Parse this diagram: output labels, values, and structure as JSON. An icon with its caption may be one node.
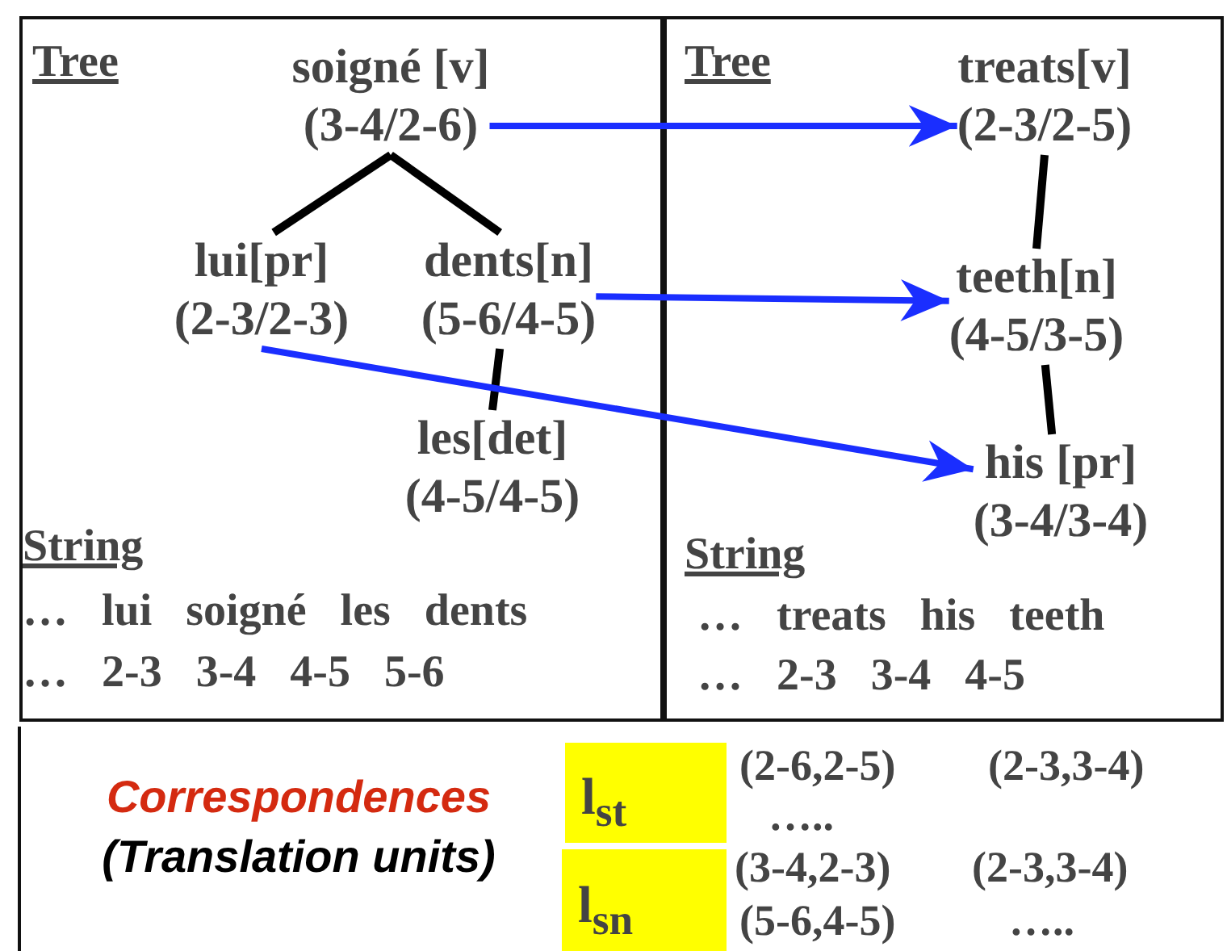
{
  "diagram": {
    "nodes": [
      {
        "text": [
          "Tree",
          "String",
          "… lui soigné les dents",
          "… 2-3 3-4 4-5 5-6"
        ]
      },
      {
        "text": [
          "soigné [v]",
          "(3-4/2-6)"
        ],
        "in": 0
      },
      {
        "text": [
          "lui[pr]",
          "(2-3/2-3)"
        ],
        "in": 0
      },
      {
        "text": [
          "dents[n]",
          "(5-6/4-5)"
        ],
        "in": 0
      },
      {
        "text": [
          "les[det]",
          "(4-5/4-5)"
        ],
        "in": 0
      },
      {
        "text": [
          "Tree",
          "String",
          "… treats his teeth",
          "… 2-3 3-4 4-5"
        ]
      },
      {
        "text": [
          "treats[v]",
          "(2-3/2-5)"
        ],
        "in": 5
      },
      {
        "text": [
          "teeth[n]",
          "(4-5/3-5)"
        ],
        "in": 5
      },
      {
        "text": [
          "his [pr]",
          "(3-4/3-4)"
        ],
        "in": 5
      },
      {
        "text": [
          "l$_{st}$"
        ],
        "beside": [
          "(2-6,2-5)",
          "(2-3,3-4)",
          "….."
        ]
      },
      {
        "text": [
          "l$_{sn}$"
        ],
        "beside": [
          "(3-4,2-3)",
          "(2-3,3-4)",
          "(5-6,4-5)",
          "….."
        ]
      }
    ],
    "edges": [
      {
        "from": 1,
        "to": 2,
        "arrow": "none"
      },
      {
        "from": 1,
        "to": 3,
        "arrow": "none"
      },
      {
        "from": 3,
        "to": 4,
        "arrow": "none"
      },
      {
        "from": 6,
        "to": 7,
        "arrow": "none"
      },
      {
        "from": 7,
        "to": 8,
        "arrow": "none"
      },
      {
        "from": 1,
        "to": 6,
        "arrow": "to",
        "color": "#1a2eff"
      },
      {
        "from": 3,
        "to": 7,
        "arrow": "to",
        "color": "#1a2eff"
      },
      {
        "from": 2,
        "to": 8,
        "arrow": "to",
        "color": "#1a2eff"
      }
    ],
    "labels": [
      "Correspondences",
      "(Translation units)"
    ]
  }
}
